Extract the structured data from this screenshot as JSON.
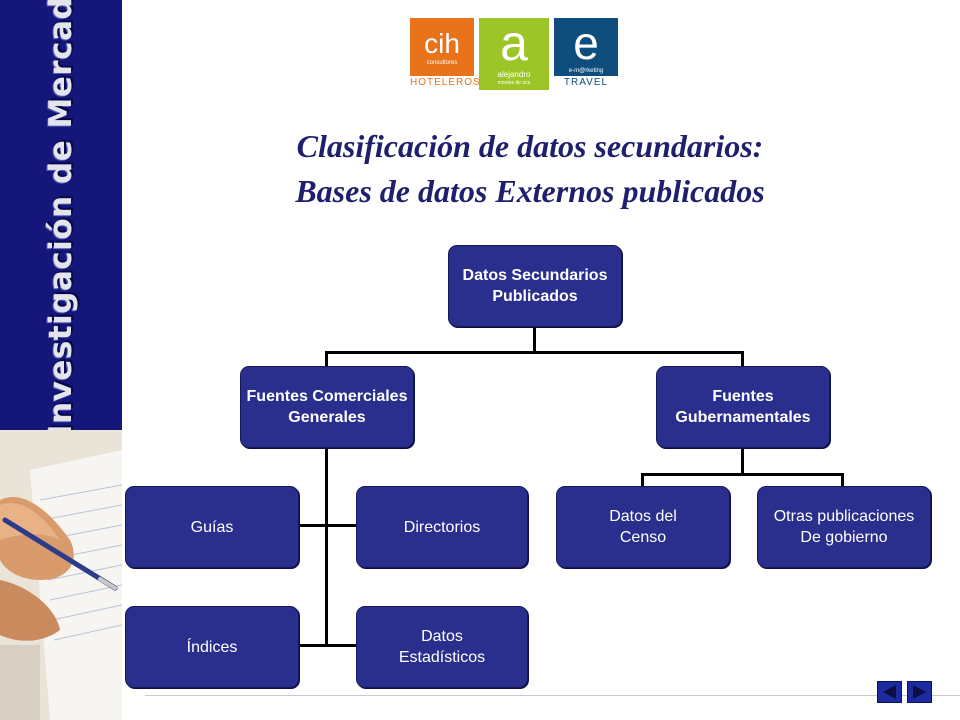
{
  "sidebar": {
    "title": "Investigación de Mercados"
  },
  "logos": {
    "cih": {
      "main": "cih",
      "sub": "consultores",
      "strip": "HOTELEROS"
    },
    "alejandro": {
      "main": "a",
      "sub1": "alejandro",
      "sub2": "montes de oca"
    },
    "emarketing": {
      "main": "e",
      "sub": "e-m@rketing",
      "strip": "TRAVEL"
    }
  },
  "title": {
    "line1": "Clasificación de datos secundarios:",
    "line2": "Bases de datos Externos publicados"
  },
  "diagram": {
    "root": {
      "line1": "Datos Secundarios",
      "line2": "Publicados"
    },
    "comerciales": {
      "line1": "Fuentes Comerciales",
      "line2": "Generales"
    },
    "gubernamentales": {
      "line1": "Fuentes",
      "line2": "Gubernamentales"
    },
    "guias": {
      "line1": "Guías"
    },
    "directorios": {
      "line1": "Directorios"
    },
    "indices": {
      "line1": "Índices"
    },
    "estadisticos": {
      "line1": "Datos",
      "line2": "Estadísticos"
    },
    "censo": {
      "line1": "Datos del",
      "line2": "Censo"
    },
    "otras": {
      "line1": "Otras publicaciones",
      "line2": "De gobierno"
    }
  },
  "colors": {
    "sidebar": "#14167a",
    "node": "#2a2f8e",
    "title": "#1f1f6e",
    "nav": "#1d2ba0"
  },
  "footer": {
    "prev_icon": "triangle-left-icon",
    "next_icon": "triangle-right-icon"
  }
}
